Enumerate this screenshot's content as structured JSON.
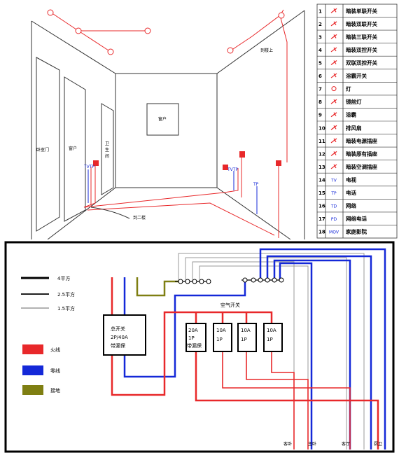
{
  "room": {
    "labels": {
      "upstairs": "到楼上",
      "downstairs": "到二楼",
      "window": "窗户",
      "bedroom_door": "卧室门",
      "window_left": "窗户",
      "bathroom": [
        "卫",
        "生",
        "间"
      ],
      "tv_tp_left": "TVTP",
      "tv_tp_right": "TVTP",
      "tp_right": "TP"
    }
  },
  "legend": [
    {
      "num": "1",
      "icon": "switch-single-icon",
      "label": "暗装单联开关"
    },
    {
      "num": "2",
      "icon": "switch-double-icon",
      "label": "暗装双联开关"
    },
    {
      "num": "3",
      "icon": "switch-triple-icon",
      "label": "暗装三联开关"
    },
    {
      "num": "4",
      "icon": "switch-dual-control-icon",
      "label": "暗装双控开关"
    },
    {
      "num": "5",
      "icon": "switch-double-dual-control-icon",
      "label": "双联双控开关"
    },
    {
      "num": "6",
      "icon": "bath-heater-switch-icon",
      "label": "浴霸开关"
    },
    {
      "num": "7",
      "icon": "lamp-icon",
      "label": "灯"
    },
    {
      "num": "8",
      "icon": "mirror-lamp-icon",
      "label": "镜前灯"
    },
    {
      "num": "9",
      "icon": "bath-heater-icon",
      "label": "浴霸"
    },
    {
      "num": "10",
      "icon": "exhaust-fan-icon",
      "label": "排风扇"
    },
    {
      "num": "11",
      "icon": "power-socket-icon",
      "label": "暗装电源插座"
    },
    {
      "num": "12",
      "icon": "existing-socket-icon",
      "label": "暗装原有插座"
    },
    {
      "num": "13",
      "icon": "ac-socket-icon",
      "label": "暗装空调插座"
    },
    {
      "num": "14",
      "icon": "tv-icon",
      "glyph": "TV",
      "label": "电视"
    },
    {
      "num": "15",
      "icon": "phone-icon",
      "glyph": "TP",
      "label": "电话"
    },
    {
      "num": "16",
      "icon": "network-icon",
      "glyph": "TD",
      "label": "网络"
    },
    {
      "num": "17",
      "icon": "network-phone-icon",
      "glyph": "PD",
      "label": "网络电话"
    },
    {
      "num": "18",
      "icon": "home-theater-icon",
      "glyph": "MOV",
      "label": "家庭影院"
    }
  ],
  "panel": {
    "wire_legend": [
      {
        "label": "4平方",
        "width": 3
      },
      {
        "label": "2.5平方",
        "width": 1.8
      },
      {
        "label": "1.5平方",
        "width": 1
      }
    ],
    "color_legend": [
      {
        "label": "火线",
        "color": "#e8282a"
      },
      {
        "label": "零线",
        "color": "#1428d8"
      },
      {
        "label": "接地",
        "color": "#7f7f12"
      }
    ],
    "air_switch_label": "空气开关",
    "main_switch": {
      "line1": "总开关",
      "line2": "2P/40A",
      "line3": "带漏保"
    },
    "breakers": [
      {
        "line1": "20A",
        "line2": "1P",
        "line3": "带漏保"
      },
      {
        "line1": "10A",
        "line2": "1P",
        "line3": ""
      },
      {
        "line1": "10A",
        "line2": "1P",
        "line3": ""
      },
      {
        "line1": "10A",
        "line2": "1P",
        "line3": ""
      }
    ],
    "outputs": [
      "客卧",
      "主卧",
      "客厅",
      "厨卫"
    ]
  },
  "colors": {
    "live": "#e8282a",
    "neutral": "#1428d8",
    "ground": "#7f7f12"
  }
}
